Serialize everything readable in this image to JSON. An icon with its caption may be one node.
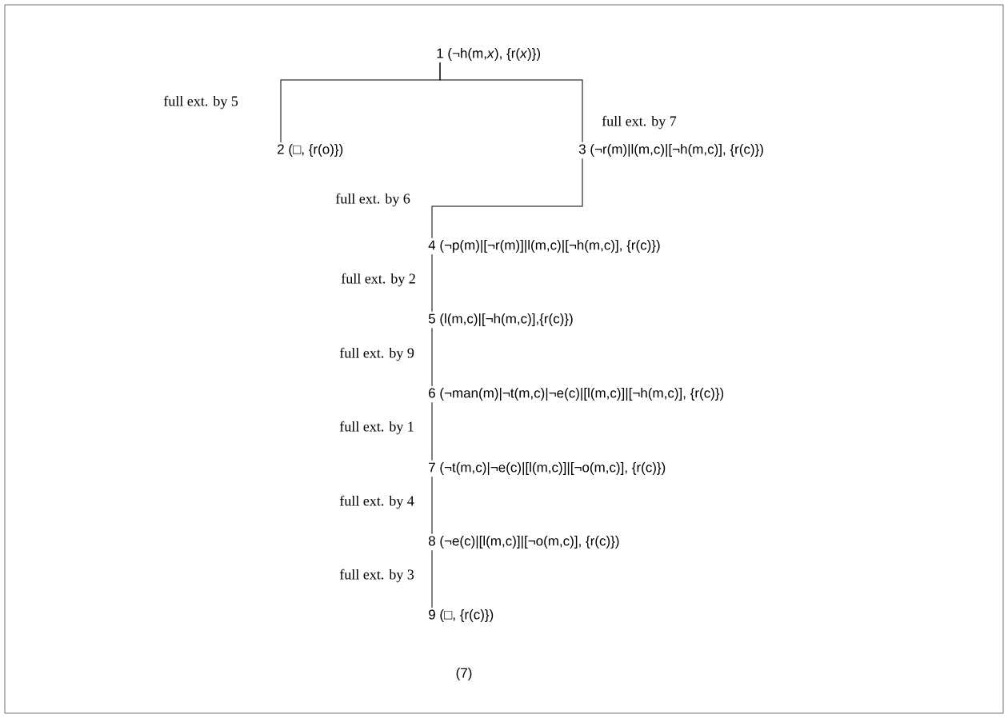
{
  "diagram": {
    "nodes": [
      {
        "text": [
          "1 (¬h(m,*x*), {r(*x*)})"
        ]
      },
      {
        "text": [
          "2 (□, {r(o)})"
        ]
      },
      {
        "text": [
          "3 (¬r(m)|l(m,c)|[¬h(m,c)], {r(c)})"
        ]
      },
      {
        "text": [
          "4 (¬p(m)|[¬r(m)]|l(m,c)|[¬h(m,c)], {r(c)})"
        ]
      },
      {
        "text": [
          "5 (l(m,c)|[¬h(m,c)],{r(c)})"
        ]
      },
      {
        "text": [
          "6 (¬man(m)|¬t(m,c)|¬e(c)|[l(m,c)]|[¬h(m,c)], {r(c)})"
        ]
      },
      {
        "text": [
          "7 (¬t(m,c)|¬e(c)|[l(m,c)]|[¬o(m,c)], {r(c)})"
        ]
      },
      {
        "text": [
          "8 (¬e(c)|[l(m,c)]|[¬o(m,c)], {r(c)})"
        ]
      },
      {
        "text": [
          "9 (□, {r(c)})"
        ]
      }
    ],
    "edges": [
      {
        "from": 0,
        "to": 1,
        "arrow": "none",
        "label": "full ext. by 5"
      },
      {
        "from": 0,
        "to": 2,
        "arrow": "none",
        "label": "full ext. by 7"
      },
      {
        "from": 2,
        "to": 3,
        "arrow": "none",
        "label": "full ext. by 6"
      },
      {
        "from": 3,
        "to": 4,
        "arrow": "none",
        "label": "full ext. by 2"
      },
      {
        "from": 4,
        "to": 5,
        "arrow": "none",
        "label": "full ext. by 9"
      },
      {
        "from": 5,
        "to": 6,
        "arrow": "none",
        "label": "full ext. by 1"
      },
      {
        "from": 6,
        "to": 7,
        "arrow": "none",
        "label": "full ext. by 4"
      },
      {
        "from": 7,
        "to": 8,
        "arrow": "none",
        "label": "full ext. by 3"
      }
    ],
    "labels": [
      "(7)"
    ]
  }
}
